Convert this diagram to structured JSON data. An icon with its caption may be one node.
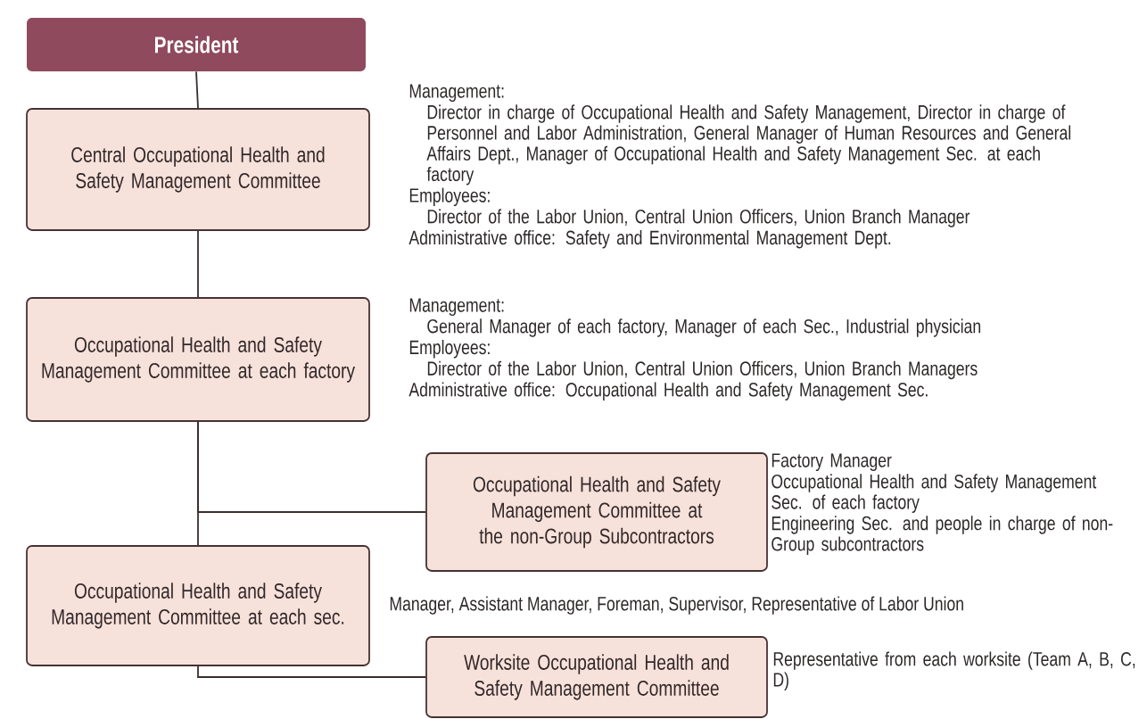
{
  "diagram": {
    "nodes": [
      {
        "text": [
          "President"
        ]
      },
      {
        "text": [
          "Central Occupational Health and Safety Management Committee"
        ],
        "beside": [
          "Management:",
          "Director in charge of Occupational Health and Safety Management, Director in charge of Personnel and Labor Administration, General Manager of Human Resources and General Affairs Dept., Manager of Occupational Health and Safety Management Sec. at each factory",
          "Employees:",
          "Director of the Labor Union, Central Union Officers, Union Branch Manager",
          "Administrative office: Safety and Environmental Management Dept."
        ]
      },
      {
        "text": [
          "Occupational Health and Safety Management Committee at each factory"
        ],
        "beside": [
          "Management:",
          "General Manager of each factory, Manager of each Sec., Industrial physician",
          "Employees:",
          "Director of the Labor Union, Central Union Officers, Union Branch Managers",
          "Administrative office: Occupational Health and Safety Management Sec."
        ]
      },
      {
        "text": [
          "Occupational Health and Safety Management Committee at the non-Group Subcontractors"
        ],
        "beside": [
          "Factory Manager",
          "Occupational Health and Safety Management Sec. of each factory",
          "Engineering Sec. and people in charge of non-Group subcontractors"
        ]
      },
      {
        "text": [
          "Occupational Health and Safety Management Committee at each sec."
        ]
      },
      {
        "text": [
          "Worksite Occupational Health and Safety Management Committee"
        ],
        "beside": [
          "Representative from each worksite (Team A, B, C, D)"
        ]
      }
    ],
    "edges": [
      {
        "from": 0,
        "to": 1,
        "arrow": "none"
      },
      {
        "from": 1,
        "to": 2,
        "arrow": "none"
      },
      {
        "from": 2,
        "to": 3,
        "arrow": "none"
      },
      {
        "from": 2,
        "to": 4,
        "arrow": "none"
      },
      {
        "from": 4,
        "to": 5,
        "arrow": "none"
      }
    ],
    "labels": [
      "Manager, Assistant Manager, Foreman, Supervisor, Representative of Labor Union"
    ]
  }
}
